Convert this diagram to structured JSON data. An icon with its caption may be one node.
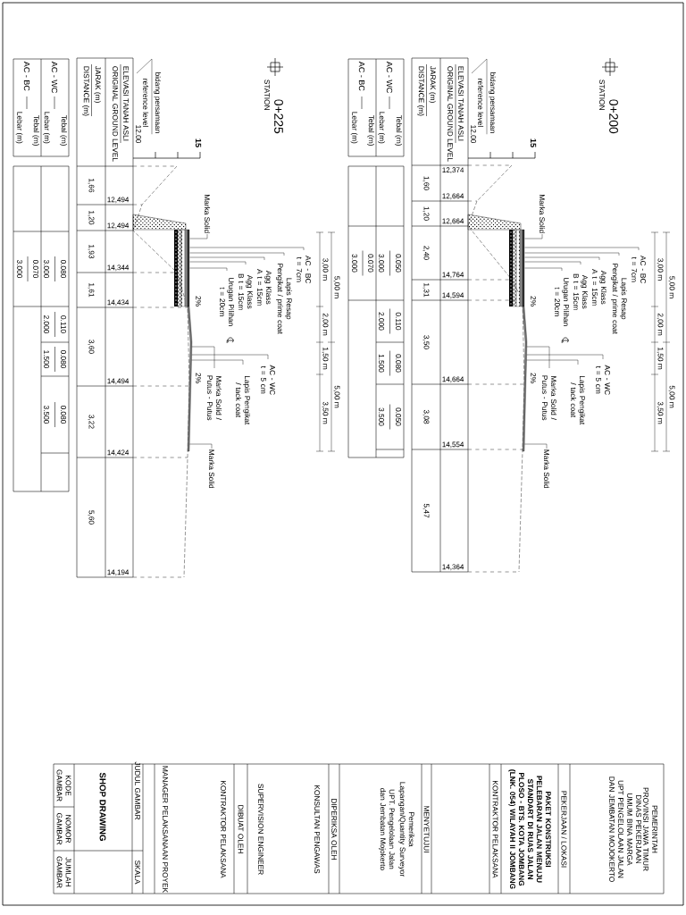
{
  "diagram": {
    "nodes": [
      {
        "text": [
          "bidang persamaan",
          "reference level"
        ]
      },
      {
        "text": [
          "Marka Solid"
        ]
      },
      {
        "text": [
          "AC - BC t = 7cm"
        ]
      },
      {
        "text": [
          "Lapis Resap Pengikat / prime coat"
        ]
      },
      {
        "text": [
          "Agg Klass A t = 15cm"
        ]
      },
      {
        "text": [
          "Agg Klass B t = 15cm"
        ]
      },
      {
        "text": [
          "Urugan Pilihan t = 20cm"
        ]
      },
      {
        "text": [
          "Marka Solid / Putus - Putus"
        ]
      },
      {
        "text": [
          "AC - WC t = 5 cm"
        ]
      },
      {
        "text": [
          "Lapis Pengikat / tack coat"
        ]
      },
      {
        "text": [
          "Marka Solid"
        ]
      },
      {
        "text": [
          "bidang persamaan",
          "reference level"
        ]
      },
      {
        "text": [
          "Marka Solid"
        ]
      },
      {
        "text": [
          "AC - BC t = 7cm"
        ]
      },
      {
        "text": [
          "Lapis Resap Pengikat / prime coat"
        ]
      },
      {
        "text": [
          "Agg Klass A t = 15cm"
        ]
      },
      {
        "text": [
          "Agg Klass B t = 15cm"
        ]
      },
      {
        "text": [
          "Urugan Pilihan t = 20cm"
        ]
      },
      {
        "text": [
          "Marka Solid / Putus - Putus"
        ]
      },
      {
        "text": [
          "AC - WC t = 5 cm"
        ]
      },
      {
        "text": [
          "Lapis Pengikat / tack coat"
        ]
      },
      {
        "text": [
          "Marka Solid"
        ]
      },
      {
        "text": [],
        "shape": "picture"
      },
      {
        "text": [],
        "shape": "picture"
      }
    ],
    "edges": [
      {
        "from": 0,
        "to": null,
        "arrow": "none"
      },
      {
        "from": 1,
        "to": 23,
        "arrow": "none"
      },
      {
        "from": 2,
        "to": 23,
        "arrow": "none"
      },
      {
        "from": 3,
        "to": 23,
        "arrow": "none"
      },
      {
        "from": 4,
        "to": 23,
        "arrow": "none"
      },
      {
        "from": 5,
        "to": 23,
        "arrow": "none"
      },
      {
        "from": 6,
        "to": 23,
        "arrow": "none"
      },
      {
        "from": 7,
        "to": 23,
        "arrow": "none"
      },
      {
        "from": 8,
        "to": 23,
        "arrow": "none"
      },
      {
        "from": 9,
        "to": 23,
        "arrow": "none"
      },
      {
        "from": 10,
        "to": 23,
        "arrow": "none"
      },
      {
        "from": 11,
        "to": null,
        "arrow": "none"
      },
      {
        "from": 12,
        "to": 22,
        "arrow": "none"
      },
      {
        "from": 13,
        "to": 22,
        "arrow": "none"
      },
      {
        "from": 14,
        "to": 22,
        "arrow": "none"
      },
      {
        "from": 15,
        "to": 22,
        "arrow": "none"
      },
      {
        "from": 16,
        "to": 22,
        "arrow": "none"
      },
      {
        "from": 17,
        "to": 22,
        "arrow": "none"
      },
      {
        "from": 18,
        "to": 22,
        "arrow": "none"
      },
      {
        "from": 19,
        "to": 22,
        "arrow": "none"
      },
      {
        "from": 20,
        "to": 22,
        "arrow": "none"
      },
      {
        "from": 21,
        "to": 22,
        "arrow": "none"
      }
    ],
    "labels": [
      "STATION",
      "0+200",
      "15",
      "12.00",
      "ELEVASI TANAH ASLI",
      "ORIGINAL GROUND LEVEL",
      "12,374",
      "12,664",
      "12,664",
      "14,764",
      "14,594",
      "14,664",
      "14,554",
      "14,364",
      "JARAK (m)",
      "DISTANCE (m)",
      "1,60",
      "1,20",
      "2,40",
      "1,31",
      "3,50",
      "3,08",
      "5,47",
      "AC - WC",
      "Tebal (m)",
      "Lebar (m)",
      "0.050",
      "3.000",
      "0.110",
      "2.000",
      "0.080",
      "1.500",
      "0.050",
      "3.500",
      "AC - BC",
      "Tebal (m)",
      "Lebar (m)",
      "0.070",
      "3.000",
      "3,00 m",
      "2,00 m",
      "1,50 m",
      "3,50 m",
      "5,00 m",
      "5,00 m",
      "2%",
      "2%",
      "STATION",
      "0+225",
      "15",
      "12.00",
      "ELEVASI TANAH ASLI",
      "ORIGINAL GROUND LEVEL",
      "12,494",
      "12,494",
      "14,344",
      "14,434",
      "14,494",
      "14,424",
      "14,194",
      "JARAK (m)",
      "DISTANCE (m)",
      "1,66",
      "1,20",
      "1,93",
      "1,61",
      "3,60",
      "3,22",
      "5,60",
      "AC - WC",
      "Tebal (m)",
      "Lebar (m)",
      "0.080",
      "3.000",
      "0.110",
      "2.000",
      "0.080",
      "1.500",
      "0.080",
      "3.500",
      "AC - BC",
      "Tebal (m)",
      "Lebar (m)",
      "0.070",
      "3.000",
      "3,00 m",
      "2,00 m",
      "1,50 m",
      "3,50 m",
      "5,00 m",
      "5,00 m",
      "2%",
      "2%",
      "PEMERINTAH PROVINSI JAWA TIMUR",
      "DINAS PEKERJAAN UMUM BINA MARGA",
      "UPT PENGELOLAAN JALAN DAN JEMBATAN MOJOKERTO",
      "PEKERJAAN / LOKASI",
      "PAKET KONSTRUKSI PELEBARAN JALAN MENUJU STANDART DI RUAS JALAN PLOSO - BTS. KOTA JOMBANG (LNK. 054) WILAYAH II JOMBANG",
      "KONTRAKTOR PELAKSANA",
      "MENYETUJUI",
      "Pemeriksa Lapangan/Quantity Surveyor",
      "UPT. Pengelolaan Jalan dan Jembatan Mojokerto",
      "DIPERIKSA OLEH",
      "KONSULTAN PENGAWAS",
      "SUPERVISION ENGINEER",
      "DIBUAT OLEH",
      "KONTRAKTOR PELAKSANA",
      "MANAGER PELAKSANAAN PROYEK",
      "JUDUL GAMBAR",
      "SKALA",
      "SHOP DRAWING",
      "KODE GAMBAR",
      "NOMOR GAMBAR",
      "JUMLAH GAMBAR"
    ]
  }
}
